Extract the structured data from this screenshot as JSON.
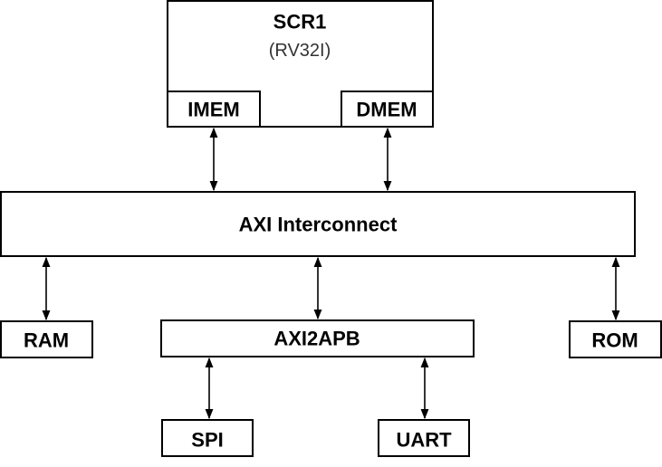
{
  "cpu": {
    "name": "SCR1",
    "isa": "(RV32I)",
    "ports": {
      "imem": "IMEM",
      "dmem": "DMEM"
    }
  },
  "interconnect": {
    "label": "AXI Interconnect"
  },
  "peripherals": {
    "ram": "RAM",
    "bridge": "AXI2APB",
    "rom": "ROM"
  },
  "apb_devices": {
    "spi": "SPI",
    "uart": "UART"
  },
  "colors": {
    "stroke": "#000000",
    "fill": "#ffffff",
    "text": "#000000"
  }
}
